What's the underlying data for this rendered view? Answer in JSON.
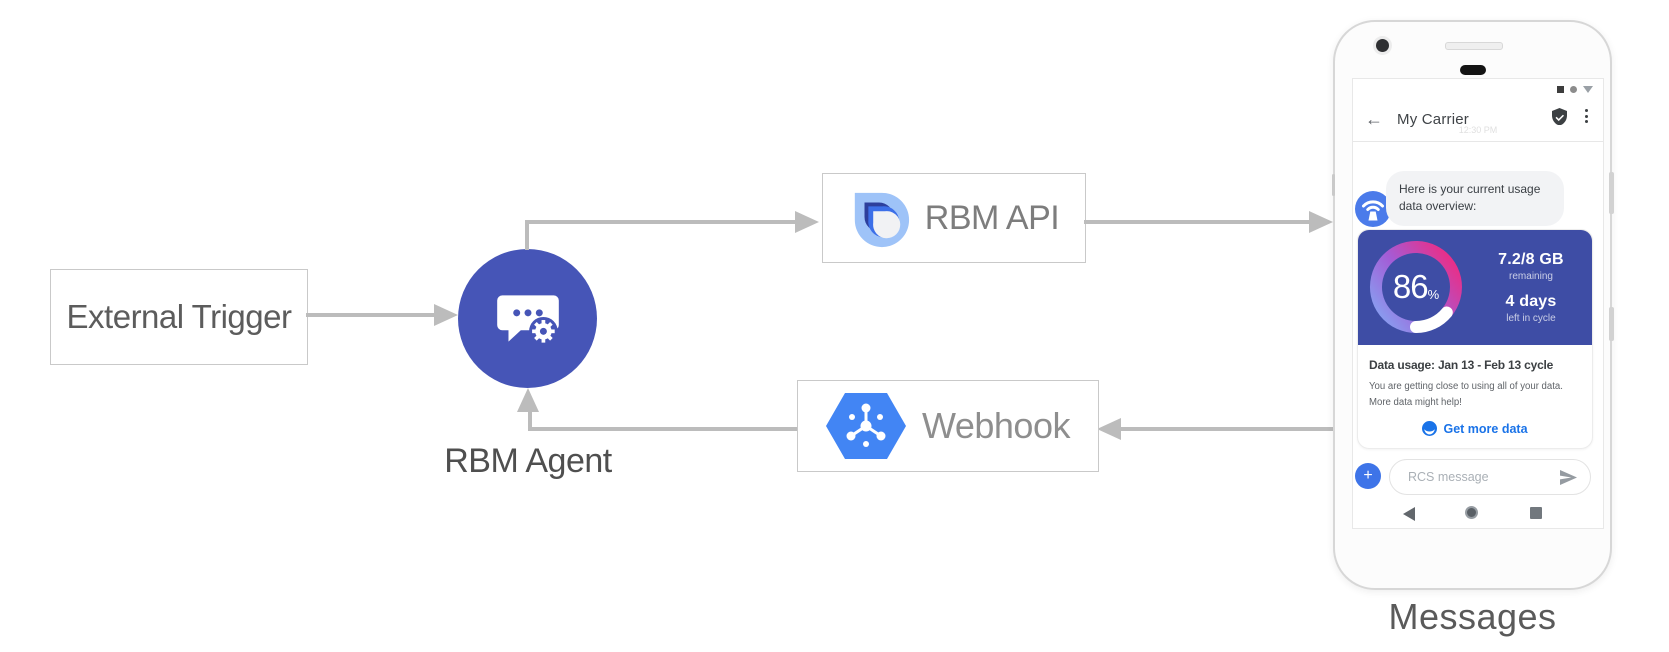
{
  "diagram": {
    "nodes": {
      "external_trigger": {
        "label": "External Trigger"
      },
      "rbm_agent": {
        "label": "RBM Agent"
      },
      "rbm_api": {
        "label": "RBM API"
      },
      "webhook": {
        "label": "Webhook"
      }
    },
    "caption": "Messages",
    "colors": {
      "arrow": "#bcbcbc",
      "box_border": "#c9c9c9",
      "agent_circle": "#4655b7",
      "label_gray": "#5c5c5c"
    }
  },
  "phone": {
    "status_icons": [
      "square-icon",
      "circle-icon",
      "triangle-down-icon"
    ],
    "header": {
      "back_icon": "←",
      "title": "My Carrier",
      "timestamp": "12:30 PM",
      "verified_icon": "shield-check-icon",
      "menu_icon": "three-dot-menu-icon"
    },
    "chat": {
      "agent_avatar_icon": "antenna-icon",
      "agent_message": "Here is your current usage data overview:"
    },
    "usage_card": {
      "gauge": {
        "percent": "86",
        "unit": "%",
        "used_fraction": 0.86
      },
      "stats": [
        {
          "value": "7.2/8 GB",
          "label": "remaining"
        },
        {
          "value": "4 days",
          "label": "left in cycle"
        }
      ],
      "title": "Data usage: Jan 13 - Feb 13 cycle",
      "body_line1": "You are getting close to using all of your data.",
      "body_line2": "More data might help!",
      "cta": "Get more data",
      "colors": {
        "card_bg": "#3e4da5",
        "gauge_gradient": [
          "#83a9f4",
          "#a45cd6",
          "#ee2b82"
        ],
        "gauge_remainder": "#ffffff",
        "link": "#1a73e8"
      }
    },
    "composer": {
      "plus": "+",
      "placeholder": "RCS message",
      "send_icon": "send-icon"
    },
    "navbar_icons": [
      "back-triangle-icon",
      "home-circle-icon",
      "recents-square-icon"
    ]
  }
}
